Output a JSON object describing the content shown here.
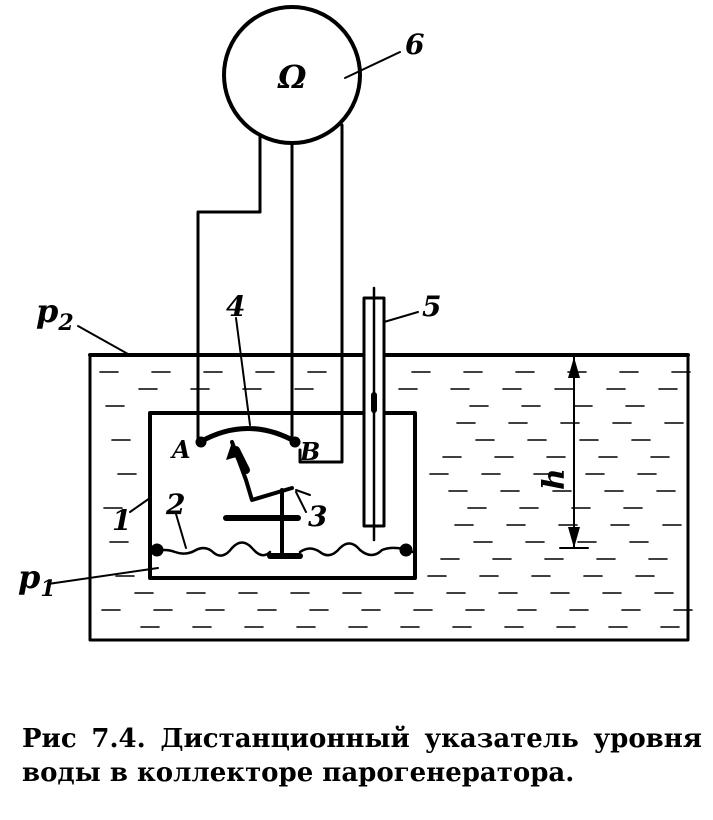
{
  "figure": {
    "meter_symbol": "Ω",
    "labels": {
      "n1": "1",
      "n2": "2",
      "n3": "3",
      "n4": "4",
      "n5": "5",
      "n6": "6",
      "point_a": "A",
      "point_b": "B",
      "pressure_top": "p",
      "pressure_top_sub": "2",
      "pressure_bottom": "p",
      "pressure_bottom_sub": "1",
      "height": "h"
    }
  },
  "caption": {
    "prefix": "Рис",
    "number": "7.4.",
    "text": "Дистанционный указатель уровня воды в коллекторе парогенератора."
  }
}
